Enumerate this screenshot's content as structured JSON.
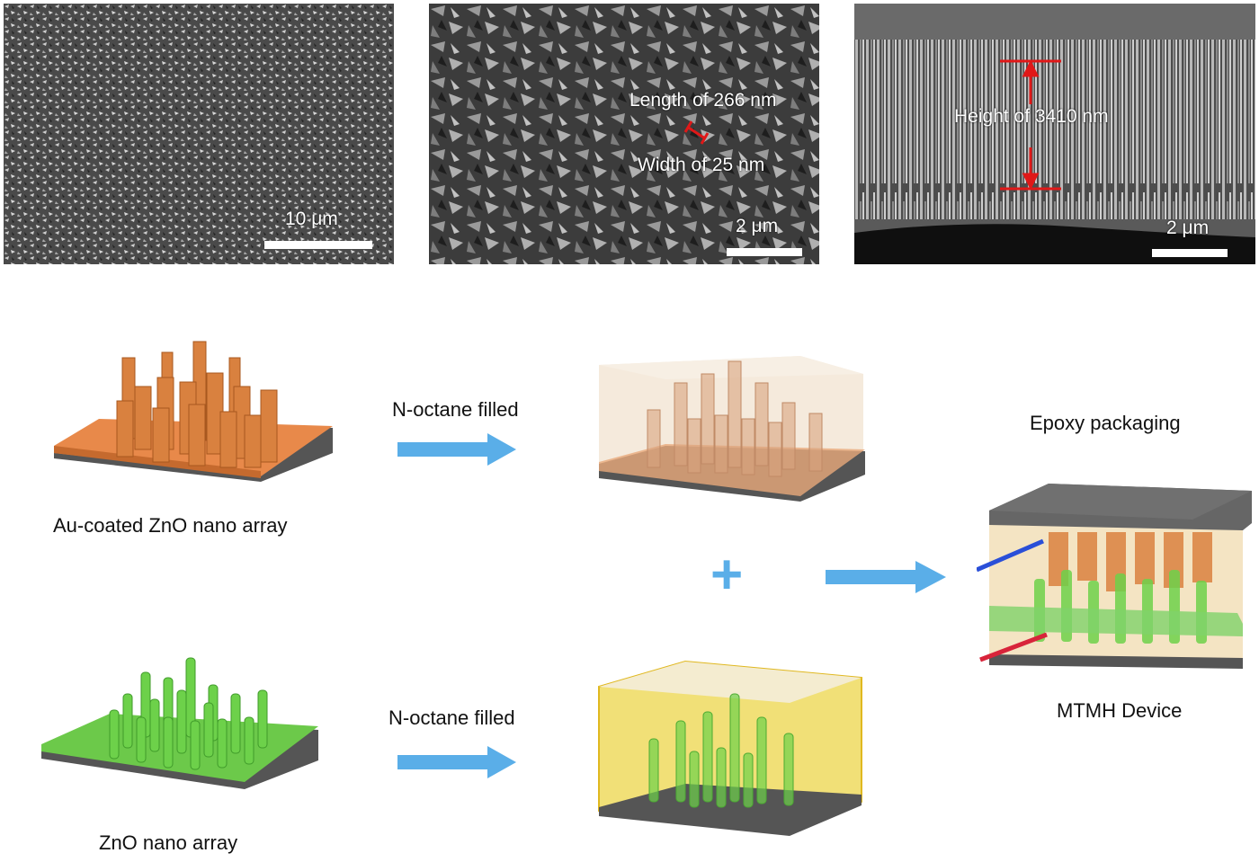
{
  "sem_panels": {
    "panel1": {
      "scale_label": "10 μm"
    },
    "panel2": {
      "scale_label": "2 μm",
      "length_label": "Length of 266 nm",
      "width_label": "Width of  25 nm"
    },
    "panel3": {
      "scale_label": "2 μm",
      "height_label": "Height of 3410 nm"
    }
  },
  "schematic": {
    "au_array_label": "Au-coated ZnO nano array",
    "zno_array_label": "ZnO nano array",
    "top_arrow_label": "N-octane filled",
    "bottom_arrow_label": "N-octane filled",
    "epoxy_label": "Epoxy packaging",
    "device_label": "MTMH Device",
    "plus_symbol": "+"
  },
  "colors": {
    "arrow_blue": "#5aaee8",
    "au_orange": "#e8894a",
    "zno_green": "#6cc94a",
    "measure_red": "#e01818",
    "substrate_gray": "#555555"
  }
}
